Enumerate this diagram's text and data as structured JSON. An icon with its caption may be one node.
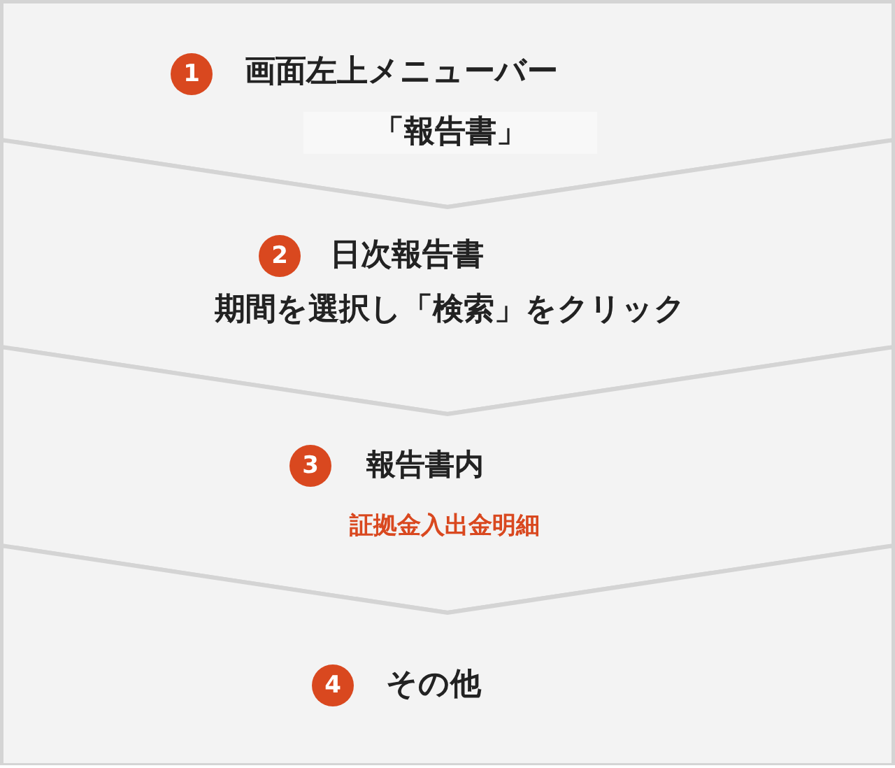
{
  "diagram": {
    "nodes": [
      {
        "text": [
          "1",
          "画面左上メニューバー",
          "「報告書」"
        ]
      },
      {
        "text": [
          "2",
          "日次報告書",
          "期間を選択し「検索」をクリック"
        ]
      },
      {
        "text": [
          "3",
          "報告書内",
          "証拠金入出金明細"
        ]
      },
      {
        "text": [
          "4",
          "その他"
        ]
      }
    ]
  }
}
